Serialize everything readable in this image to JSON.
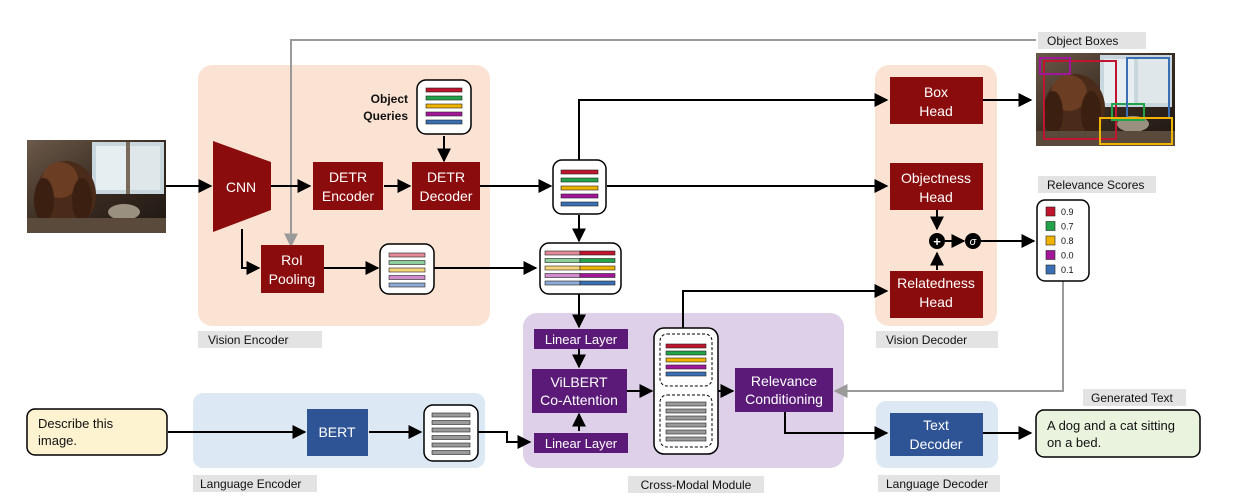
{
  "regions": {
    "vision_encoder": "Vision Encoder",
    "vision_decoder": "Vision Decoder",
    "language_encoder": "Language Encoder",
    "cross_modal": "Cross-Modal Module",
    "language_decoder": "Language Decoder"
  },
  "blocks": {
    "cnn": "CNN",
    "detr_encoder": [
      "DETR",
      "Encoder"
    ],
    "detr_decoder": [
      "DETR",
      "Decoder"
    ],
    "roi_pooling": [
      "RoI",
      "Pooling"
    ],
    "object_queries": [
      "Object",
      "Queries"
    ],
    "box_head": [
      "Box",
      "Head"
    ],
    "objectness_head": [
      "Objectness",
      "Head"
    ],
    "relatedness_head": [
      "Relatedness",
      "Head"
    ],
    "linear_layer_top": "Linear Layer",
    "vilbert": [
      "ViLBERT",
      "Co-Attention"
    ],
    "linear_layer_bottom": "Linear Layer",
    "relevance_conditioning": [
      "Relevance",
      "Conditioning"
    ],
    "bert": "BERT",
    "text_decoder": [
      "Text",
      "Decoder"
    ]
  },
  "operators": {
    "sum": "+",
    "sigma": "σ"
  },
  "labels": {
    "object_boxes": "Object Boxes",
    "relevance_scores": "Relevance Scores",
    "generated_text": "Generated Text"
  },
  "input_text": [
    "Describe this",
    "image."
  ],
  "output_text": [
    "A dog and a cat sitting",
    "on a bed."
  ],
  "relevance_scores": [
    {
      "color": "#c0152f",
      "value": "0.9"
    },
    {
      "color": "#22a34a",
      "value": "0.7"
    },
    {
      "color": "#f0b400",
      "value": "0.8"
    },
    {
      "color": "#a2179a",
      "value": "0.0"
    },
    {
      "color": "#3a6fb5",
      "value": "0.1"
    }
  ],
  "colors": {
    "dark_red": "#8b0c0c",
    "purple": "#5b1a78",
    "blue": "#2f5496",
    "vision_region": "#fbe3d3",
    "cross_modal_region": "#ddd0e8",
    "language_region": "#dce9f5",
    "input_box": "#fdf3d0",
    "output_box": "#e9f3de"
  },
  "token_stripes": [
    "#c0152f",
    "#22a34a",
    "#f0b400",
    "#a2179a",
    "#3a6fb5"
  ]
}
